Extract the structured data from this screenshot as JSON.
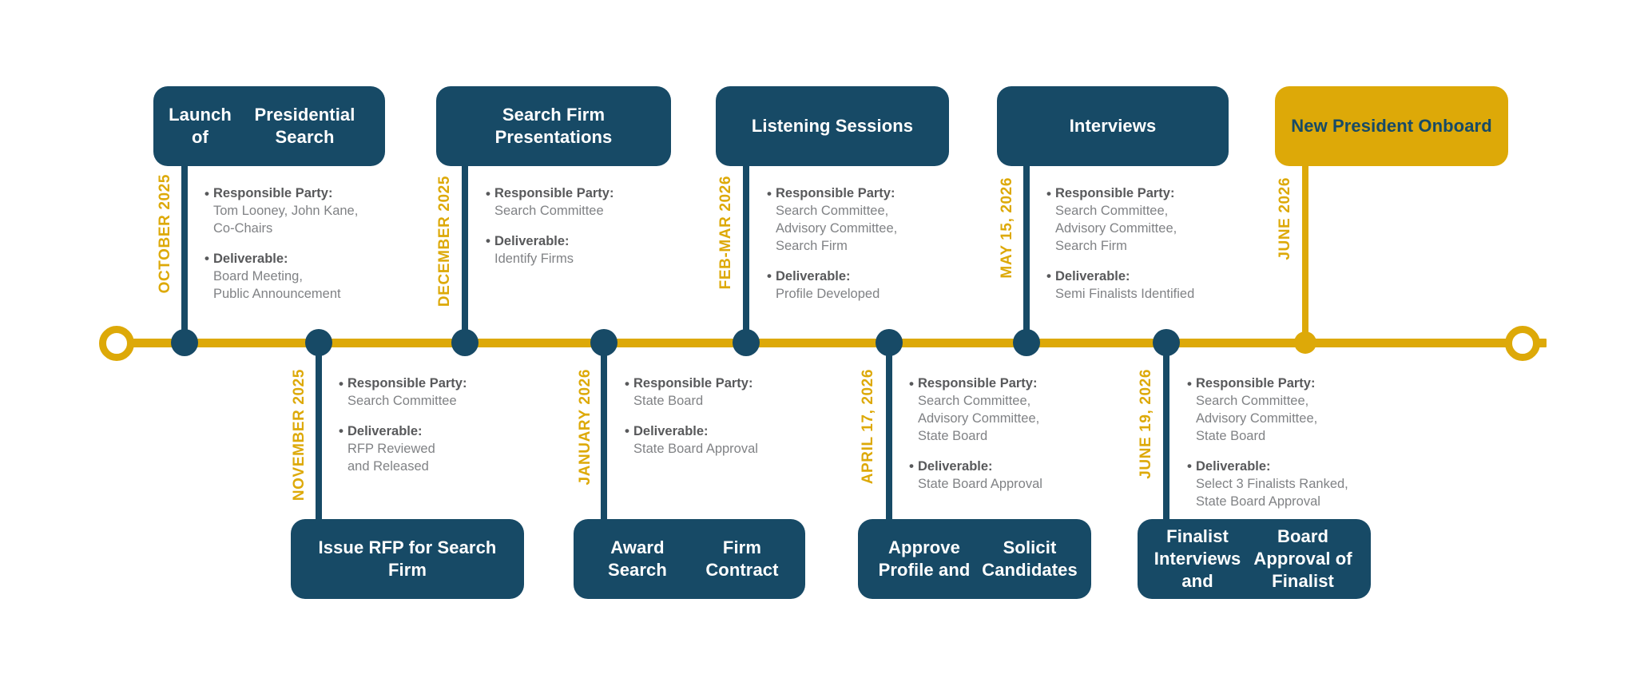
{
  "diagram": {
    "title": "Presidential Search Timeline",
    "colors": {
      "navy": "#174A66",
      "gold": "#DDA908",
      "label_dark": "#58595B",
      "label_light": "#808285",
      "background": "#FFFFFF"
    },
    "labels": {
      "responsible_party": "Responsible Party:",
      "deliverable": "Deliverable:"
    },
    "endpoints": {
      "start": "timeline-start-circle",
      "end": "timeline-end-circle"
    },
    "milestones": [
      {
        "id": "october-2025",
        "date": "OCTOBER 2025",
        "title": "Launch of\nPresidential Search",
        "title_lines": [
          "Launch of",
          "Presidential Search"
        ],
        "side": "above",
        "accent": "navy",
        "responsible_party": "Tom Looney, John Kane,\nCo-Chairs",
        "responsible_party_lines": [
          "Tom Looney, John Kane,",
          "Co-Chairs"
        ],
        "deliverable": "Board Meeting,\nPublic Announcement",
        "deliverable_lines": [
          "Board Meeting,",
          "Public Announcement"
        ]
      },
      {
        "id": "november-2025",
        "date": "NOVEMBER 2025",
        "title": "Issue RFP for Search Firm",
        "title_lines": [
          "Issue RFP for Search Firm"
        ],
        "side": "below",
        "accent": "navy",
        "responsible_party": "Search Committee",
        "responsible_party_lines": [
          "Search Committee"
        ],
        "deliverable": "RFP Reviewed\nand Released",
        "deliverable_lines": [
          "RFP Reviewed",
          "and Released"
        ]
      },
      {
        "id": "december-2025",
        "date": "DECEMBER 2025",
        "title": "Search Firm Presentations",
        "title_lines": [
          "Search Firm Presentations"
        ],
        "side": "above",
        "accent": "navy",
        "responsible_party": "Search Committee",
        "responsible_party_lines": [
          "Search Committee"
        ],
        "deliverable": "Identify Firms",
        "deliverable_lines": [
          "Identify Firms"
        ]
      },
      {
        "id": "january-2026",
        "date": "JANUARY 2026",
        "title": "Award Search\nFirm Contract",
        "title_lines": [
          "Award Search",
          "Firm Contract"
        ],
        "side": "below",
        "accent": "navy",
        "responsible_party": "State Board",
        "responsible_party_lines": [
          "State Board"
        ],
        "deliverable": "State Board Approval",
        "deliverable_lines": [
          "State Board Approval"
        ]
      },
      {
        "id": "feb-mar-2026",
        "date": "FEB-MAR 2026",
        "title": "Listening Sessions",
        "title_lines": [
          "Listening Sessions"
        ],
        "side": "above",
        "accent": "navy",
        "responsible_party": "Search Committee,\nAdvisory Committee,\nSearch Firm",
        "responsible_party_lines": [
          "Search Committee,",
          "Advisory Committee,",
          "Search Firm"
        ],
        "deliverable": "Profile Developed",
        "deliverable_lines": [
          "Profile Developed"
        ]
      },
      {
        "id": "april-17-2026",
        "date": "APRIL 17, 2026",
        "title": "Approve Profile and\nSolicit Candidates",
        "title_lines": [
          "Approve Profile and",
          "Solicit Candidates"
        ],
        "side": "below",
        "accent": "navy",
        "responsible_party": "Search Committee,\nAdvisory Committee,\nState Board",
        "responsible_party_lines": [
          "Search Committee,",
          "Advisory Committee,",
          "State Board"
        ],
        "deliverable": "State Board Approval",
        "deliverable_lines": [
          "State Board Approval"
        ]
      },
      {
        "id": "may-15-2026",
        "date": "MAY 15, 2026",
        "title": "Interviews",
        "title_lines": [
          "Interviews"
        ],
        "side": "above",
        "accent": "navy",
        "responsible_party": "Search Committee,\nAdvisory Committee,\nSearch Firm",
        "responsible_party_lines": [
          "Search Committee,",
          "Advisory Committee,",
          "Search Firm"
        ],
        "deliverable": "Semi Finalists Identified",
        "deliverable_lines": [
          "Semi Finalists Identified"
        ]
      },
      {
        "id": "june-19-2026",
        "date": "JUNE 19, 2026",
        "title": "Finalist Interviews and\nBoard Approval of Finalist",
        "title_lines": [
          "Finalist Interviews and",
          "Board Approval of Finalist"
        ],
        "side": "below",
        "accent": "navy",
        "responsible_party": "Search Committee,\nAdvisory Committee,\nState Board",
        "responsible_party_lines": [
          "Search Committee,",
          "Advisory Committee,",
          "State Board"
        ],
        "deliverable": "Select 3 Finalists Ranked,\nState Board Approval",
        "deliverable_lines": [
          "Select 3 Finalists Ranked,",
          "State Board Approval"
        ]
      },
      {
        "id": "june-2026",
        "date": "JUNE 2026",
        "title": "New President Onboard",
        "title_lines": [
          "New President Onboard"
        ],
        "side": "above",
        "accent": "gold",
        "responsible_party": "",
        "responsible_party_lines": [],
        "deliverable": "",
        "deliverable_lines": []
      }
    ]
  }
}
